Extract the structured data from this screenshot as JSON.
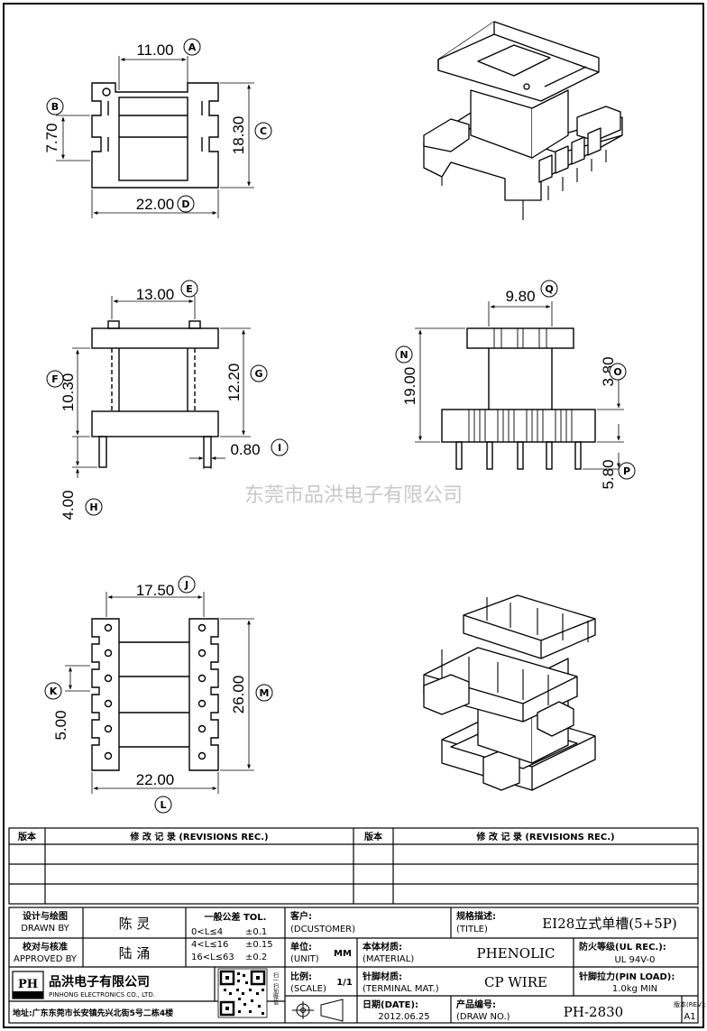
{
  "dimensions": [
    {
      "id": "dim-a",
      "value": "11.00",
      "letter": "A"
    },
    {
      "id": "dim-b",
      "value": "7.70",
      "letter": "B"
    },
    {
      "id": "dim-c",
      "value": "18.30",
      "letter": "C"
    },
    {
      "id": "dim-d",
      "value": "22.00",
      "letter": "D"
    },
    {
      "id": "dim-e",
      "value": "13.00",
      "letter": "E"
    },
    {
      "id": "dim-f",
      "value": "10.30",
      "letter": "F"
    },
    {
      "id": "dim-g",
      "value": "12.20",
      "letter": "G"
    },
    {
      "id": "dim-h",
      "value": "4.00",
      "letter": "H"
    },
    {
      "id": "dim-i",
      "value": "0.80",
      "letter": "I"
    },
    {
      "id": "dim-j",
      "value": "17.50",
      "letter": "J"
    },
    {
      "id": "dim-k",
      "value": "5.00",
      "letter": "K"
    },
    {
      "id": "dim-l",
      "value": "22.00",
      "letter": "L"
    },
    {
      "id": "dim-m",
      "value": "26.00",
      "letter": "M"
    },
    {
      "id": "dim-n",
      "value": "19.00",
      "letter": "N"
    },
    {
      "id": "dim-o",
      "value": "3.80",
      "letter": "O"
    },
    {
      "id": "dim-p",
      "value": "5.80",
      "letter": "P"
    },
    {
      "id": "dim-q",
      "value": "9.80",
      "letter": "Q"
    }
  ],
  "watermark": "东莞市品洪电子有限公司",
  "revisions": {
    "header_no": "版本",
    "header_rec": "修 改 记 录 (REVISIONS REC.)",
    "rows": 3
  },
  "title_block": {
    "designer_label": "设计与绘图",
    "designer_label_en": "DRAWN BY",
    "designer": "陈 灵",
    "approver_label": "校对与核准",
    "approver_label_en": "APPROVED BY",
    "approver": "陆 涌",
    "tolerance_title": "一般公差 TOL.",
    "tolerances": [
      {
        "range": "0<L≤4",
        "tol": "±0.1"
      },
      {
        "range": "4<L≤16",
        "tol": "±0.15"
      },
      {
        "range": "16<L≤63",
        "tol": "±0.2"
      }
    ],
    "customer_label": "客户:",
    "customer_label_en": "(DCUSTOMER)",
    "unit_label": "单位:",
    "unit_label_en": "(UNIT)",
    "unit": "MM",
    "scale_label": "比例:",
    "scale_label_en": "(SCALE)",
    "scale": "1/1",
    "spec_label": "规格描述:",
    "spec_label_en": "(TITLE)",
    "spec": "EI28立式单槽(5+5P)",
    "material_label": "本体材质:",
    "material_label_en": "(MATERIAL)",
    "material": "PHENOLIC",
    "flame_label": "防火等级(UL REC.):",
    "flame": "UL 94V-0",
    "terminal_label": "针脚材质:",
    "terminal_label_en": "(TERMINAL MAT.)",
    "terminal": "CP WIRE",
    "pin_load_label": "针脚拉力(PIN LOAD):",
    "pin_load": "1.0kg MIN",
    "date_label": "日期(DATE):",
    "date": "2012.06.25",
    "drawno_label": "产品编号:",
    "drawno_label_en": "(DRAW NO.)",
    "drawno": "PH-2830",
    "rev_label": "版本(REV):",
    "rev": "A1",
    "company": "品洪电子有限公司",
    "company_en": "PINHONG ELECTRONICS CO., LTD.",
    "address": "地址:广东东莞市长安镇先兴北街5号二栋4楼",
    "qr_caption": "扫一扫加微信"
  }
}
